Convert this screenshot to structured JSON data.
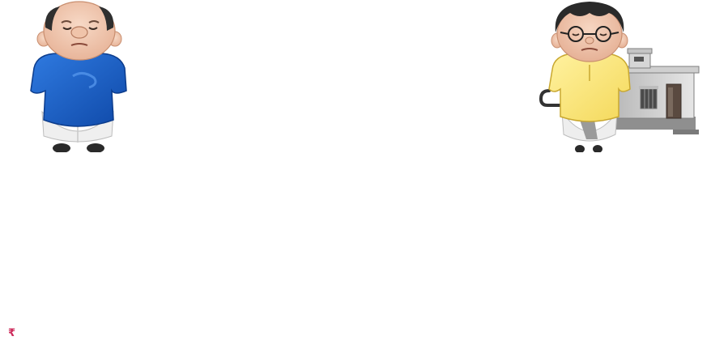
{
  "scene": {
    "currency_symbol": "₹"
  },
  "colors": {
    "accent": "#cc2a5a",
    "skin": "#f2c9b0",
    "hair": "#2a2a2a",
    "left_shirt": "#1a5fc7",
    "right_shirt": "#fbe779",
    "dhoti": "#eeeeee",
    "house_wall": "#d9d9d9"
  },
  "icons": {
    "left_figure": "man-blue-kurta-illustration",
    "right_figure": "man-yellow-kurta-glasses-illustration",
    "house": "house-illustration",
    "cane": "walking-cane-icon"
  }
}
